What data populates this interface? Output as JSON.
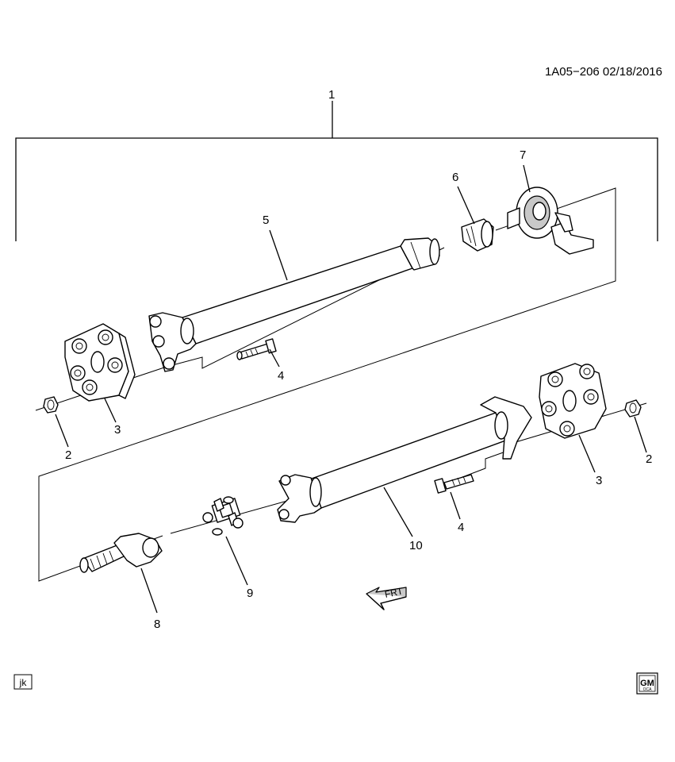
{
  "header": {
    "doc_code": "1A05−206  02/18/2016"
  },
  "callouts": {
    "c1": "1",
    "c2a": "2",
    "c2b": "2",
    "c3a": "3",
    "c3b": "3",
    "c4a": "4",
    "c4b": "4",
    "c5": "5",
    "c6": "6",
    "c7": "7",
    "c8": "8",
    "c9": "9",
    "c10": "10"
  },
  "arrow": {
    "label": "FRT"
  },
  "footer": {
    "initials": "jk",
    "logo_top": "GM",
    "logo_bottom": "OCA"
  },
  "icons": [
    "front-direction-arrow-icon",
    "gm-logo-icon"
  ]
}
